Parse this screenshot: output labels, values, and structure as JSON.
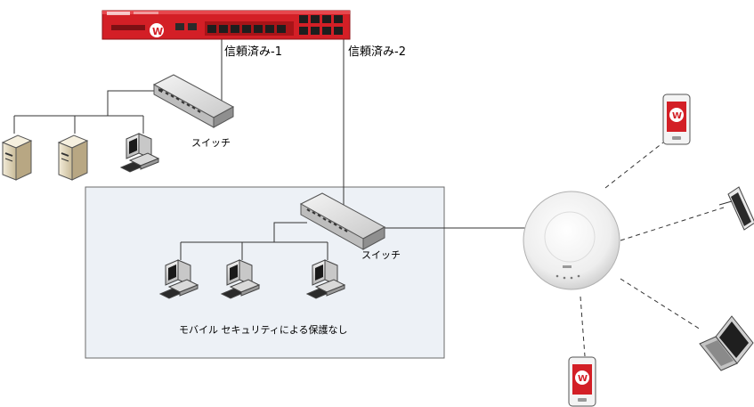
{
  "labels": {
    "trusted_1": "信頼済み-1",
    "trusted_2": "信頼済み-2",
    "switch_top": "スイッチ",
    "switch_bottom": "スイッチ",
    "no_protection": "モバイル セキュリティによる保護なし"
  },
  "colors": {
    "firewall_red": "#d31f26",
    "zone_fill": "#edf1f6",
    "zone_border": "#6b6b6b",
    "line": "#333333",
    "dashed_line": "#333333"
  },
  "icons": {
    "firewall": "firewall-appliance-icon",
    "switch": "network-switch-icon",
    "server": "tower-server-icon",
    "workstation": "workstation-icon",
    "access_point": "wireless-access-point-icon",
    "phone": "smartphone-icon",
    "tablet": "tablet-icon",
    "laptop": "laptop-icon"
  }
}
